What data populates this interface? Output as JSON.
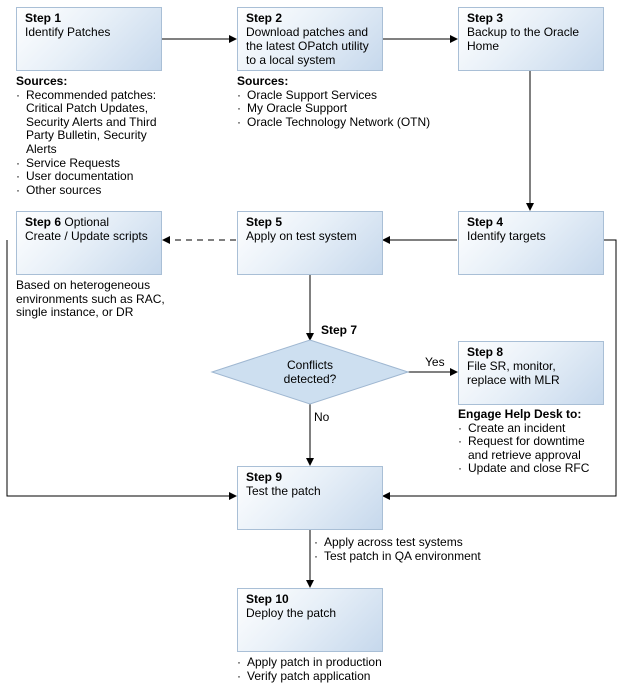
{
  "steps": [
    {
      "id": "step-1",
      "num": "Step 1",
      "optional": "",
      "label": "Identify Patches"
    },
    {
      "id": "step-2",
      "num": "Step 2",
      "optional": "",
      "label": "Download patches and the latest OPatch utility to a local system"
    },
    {
      "id": "step-3",
      "num": "Step 3",
      "optional": "",
      "label": "Backup to the Oracle Home"
    },
    {
      "id": "step-4",
      "num": "Step 4",
      "optional": "",
      "label": "Identify targets"
    },
    {
      "id": "step-5",
      "num": "Step 5",
      "optional": "",
      "label": "Apply on test system"
    },
    {
      "id": "step-6",
      "num": "Step 6",
      "optional": "Optional",
      "label": "Create / Update scripts"
    },
    {
      "id": "step-8",
      "num": "Step 8",
      "optional": "",
      "label": "File SR, monitor, replace with MLR"
    },
    {
      "id": "step-9",
      "num": "Step 9",
      "optional": "",
      "label": "Test the patch"
    },
    {
      "id": "step-10",
      "num": "Step 10",
      "optional": "",
      "label": "Deploy the patch"
    }
  ],
  "step7": {
    "num": "Step 7",
    "question": "Conflicts detected?",
    "yes": "Yes",
    "no": "No"
  },
  "sources1": {
    "heading": "Sources:",
    "items": [
      "Recommended patches: Critical Patch Updates, Security Alerts and Third Party Bulletin, Security Alerts",
      "Service Requests",
      "User documentation",
      "Other sources"
    ]
  },
  "sources2": {
    "heading": "Sources:",
    "items": [
      "Oracle Support Services",
      "My Oracle Support",
      "Oracle Technology Network (OTN)"
    ]
  },
  "step6_note": "Based on heterogeneous environments such as RAC, single instance, or DR",
  "helpdesk": {
    "heading": "Engage Help Desk to:",
    "items": [
      "Create an incident",
      "Request for downtime and retrieve approval",
      "Update and close RFC"
    ]
  },
  "step9_notes": [
    "Apply across test systems",
    "Test patch in QA environment"
  ],
  "step10_notes": [
    "Apply patch in production",
    "Verify patch application"
  ]
}
